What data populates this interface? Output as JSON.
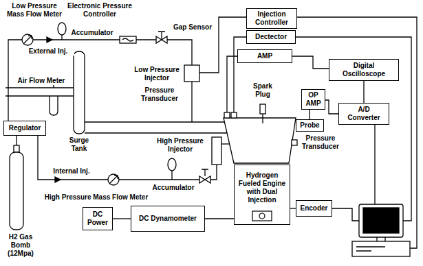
{
  "diagram": {
    "nodes": [
      {
        "text": [
          "Injection Controller"
        ]
      },
      {
        "text": [
          "Dectector"
        ]
      },
      {
        "text": [
          "AMP"
        ]
      },
      {
        "text": [
          "Digital Oscilloscope"
        ]
      },
      {
        "text": [
          "OP AMP"
        ]
      },
      {
        "text": [
          "A/D Converter"
        ]
      },
      {
        "text": [
          "Probe"
        ]
      },
      {
        "text": [
          "Regulator"
        ]
      },
      {
        "text": [
          "Hydrogen Fueled Engine with Dual Injection"
        ]
      },
      {
        "text": [
          "Encoder"
        ]
      },
      {
        "text": [
          "DC Power"
        ]
      },
      {
        "text": [
          "DC Dynamometer"
        ]
      }
    ],
    "edges": [
      {
        "from": 2,
        "to": 3,
        "arrow": "none"
      },
      {
        "from": 3,
        "to": 5,
        "arrow": "none"
      },
      {
        "from": 4,
        "to": 5,
        "arrow": "none"
      },
      {
        "from": 6,
        "to": 4,
        "arrow": "none"
      },
      {
        "from": 8,
        "to": 9,
        "arrow": "none"
      },
      {
        "from": 11,
        "to": 8,
        "arrow": "none"
      },
      {
        "from": 10,
        "to": 11,
        "arrow": "none"
      }
    ],
    "labels": [
      "Low Pressure Mass Flow Meter",
      "Electronic Pressure Controller",
      "Accumulator",
      "External Inj.",
      "Gap Sensor",
      "Air Flow Meter",
      "Low Pressure Injector",
      "Pressure Transducer",
      "Spark Plug",
      "Surge Tank",
      "High Pressure Injector",
      "Pressure Transducer",
      "Internal Inj.",
      "Accumulator",
      "High Pressure Mass Flow Meter",
      "H2 Gas Bomb (12Mpa)"
    ]
  }
}
